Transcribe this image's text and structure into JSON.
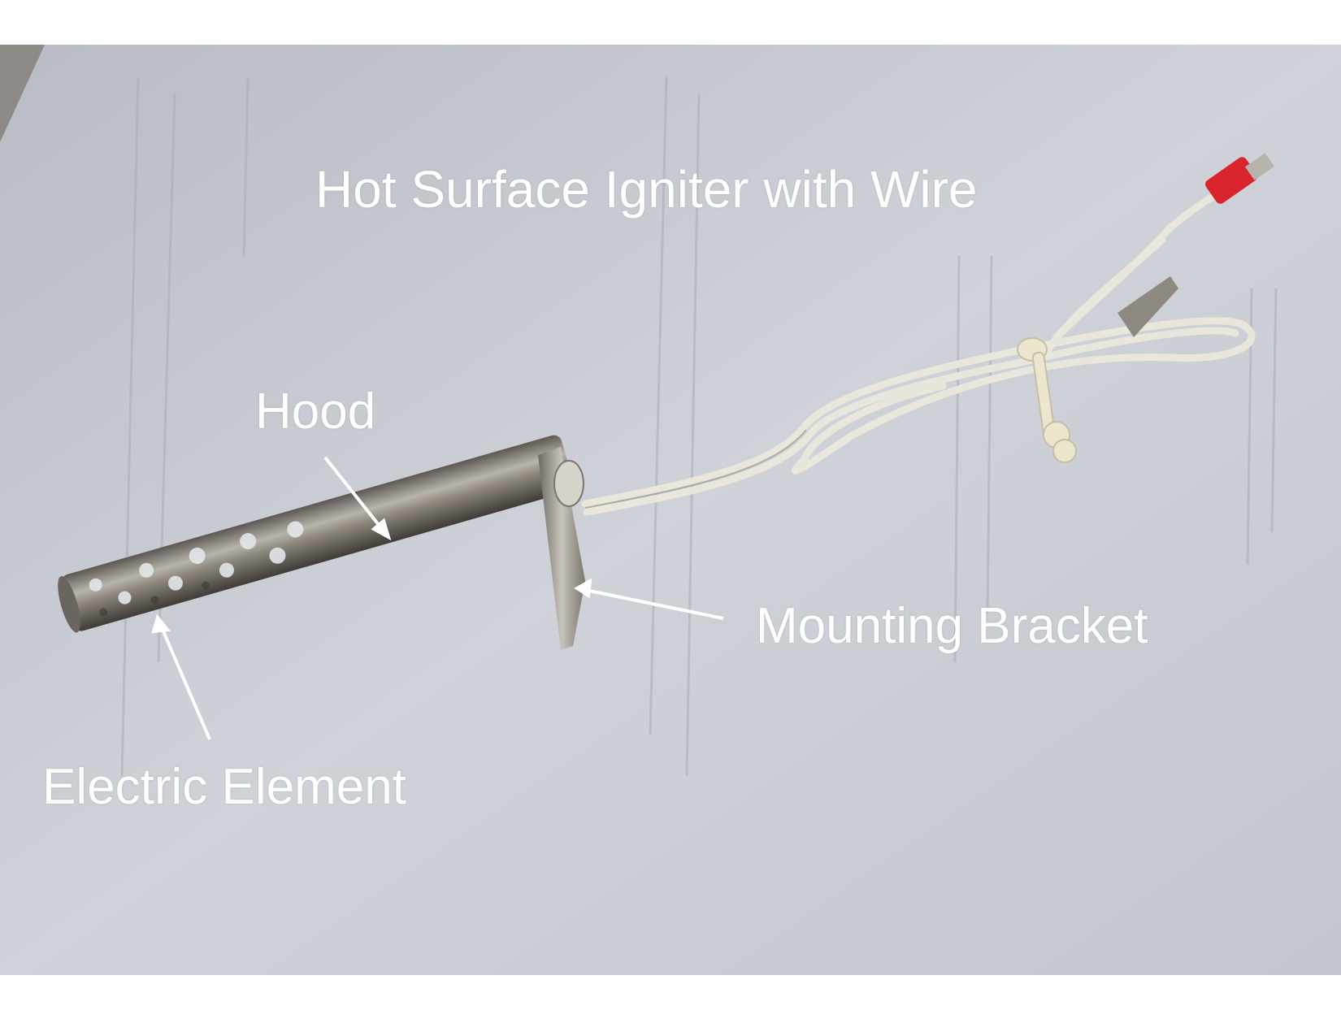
{
  "labels": {
    "title": "Hot Surface Igniter with Wire",
    "hood": "Hood",
    "mounting_bracket": "Mounting Bracket",
    "electric_element": "Electric Element"
  },
  "colors": {
    "background_paper": "#c9ccd3",
    "carpet": "#8e8a86",
    "label_text": "#ffffff",
    "metal_tube": "#8a8379",
    "wire": "#e9e6dc",
    "connector": "#d9242b"
  }
}
